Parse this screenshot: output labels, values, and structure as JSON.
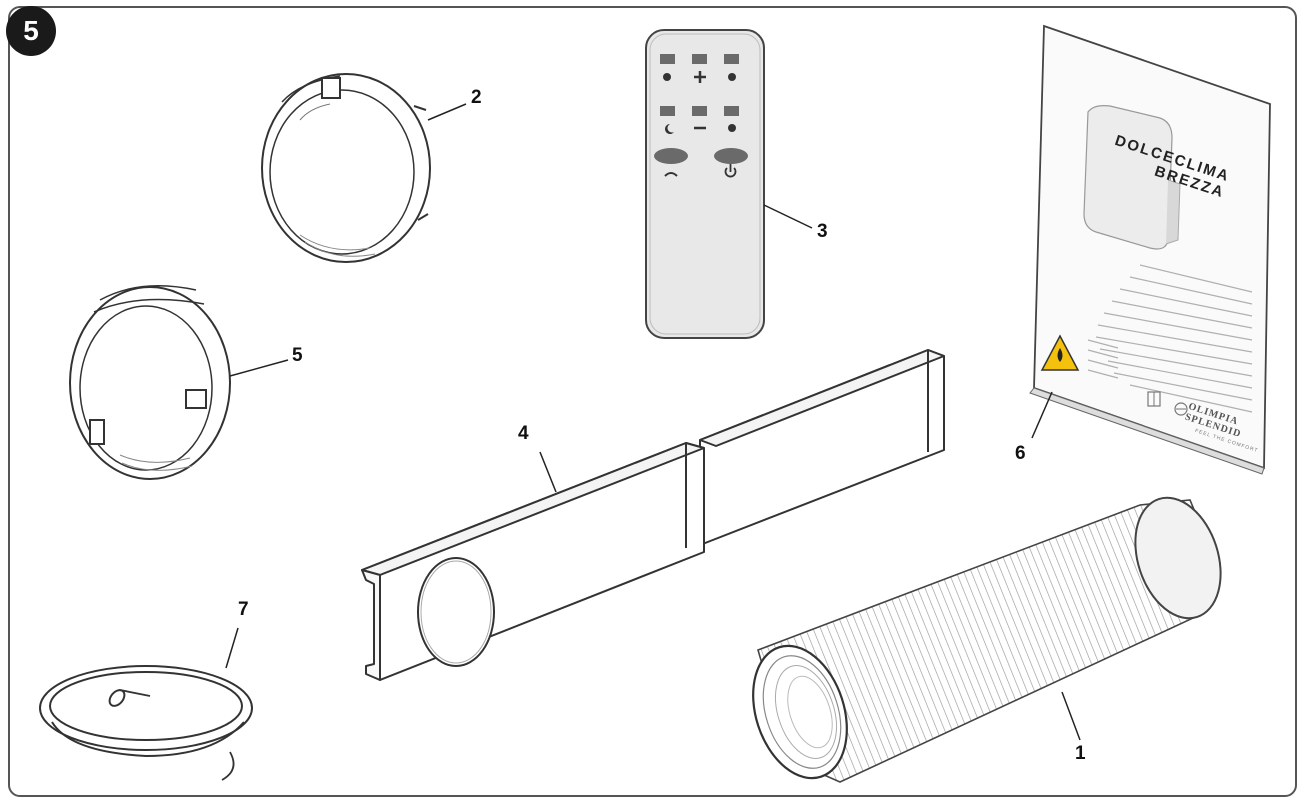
{
  "figure": {
    "number": "5",
    "callouts": [
      {
        "id": "item-1",
        "label": "1"
      },
      {
        "id": "item-2",
        "label": "2"
      },
      {
        "id": "item-3",
        "label": "3"
      },
      {
        "id": "item-4",
        "label": "4"
      },
      {
        "id": "item-5",
        "label": "5"
      },
      {
        "id": "item-6",
        "label": "6"
      },
      {
        "id": "item-7",
        "label": "7"
      }
    ]
  },
  "manual": {
    "title_line1": "DOLCECLIMA",
    "title_line2": "BREZZA",
    "brand_line1": "OLIMPIA",
    "brand_line2": "SPLENDID",
    "brand_tagline": "FEEL THE COMFORT"
  },
  "remote": {
    "buttons": [
      "fan-icon",
      "plus-icon",
      "timer-icon",
      "sleep-icon",
      "minus-icon",
      "mode-icon",
      "swing-icon",
      "power-icon"
    ]
  },
  "colors": {
    "frame": "#555555",
    "badge": "#1a1a1a",
    "warning": "#f4c20d"
  }
}
